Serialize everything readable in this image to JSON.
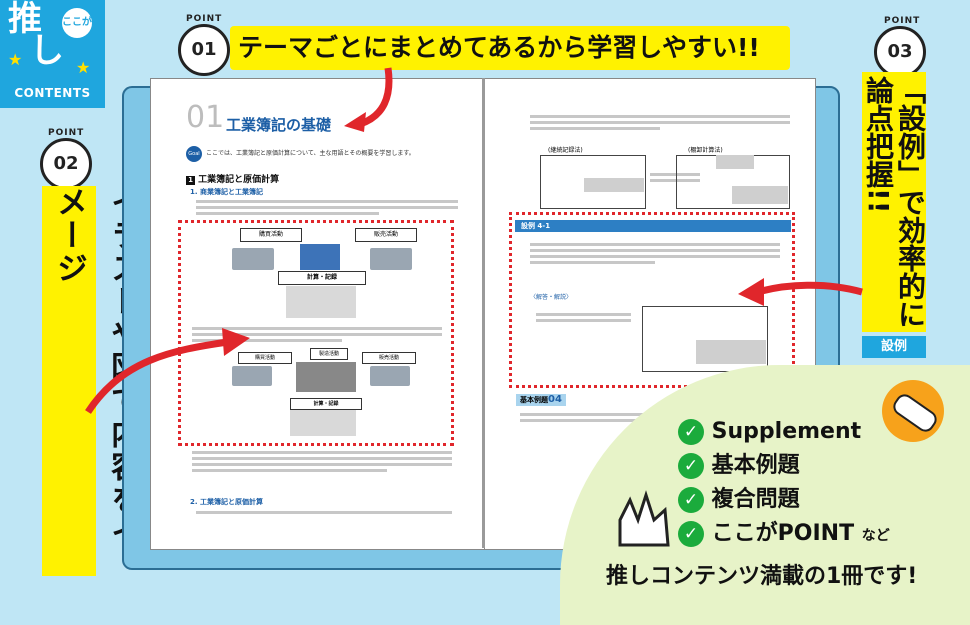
{
  "badge": {
    "line1": "推",
    "line2": "し",
    "koko": "ここが",
    "contents": "CONTENTS"
  },
  "point_label": "POINT",
  "points": [
    {
      "num": "01",
      "text": "テーマごとにまとめてあるから学習しやすい!!"
    },
    {
      "num": "02",
      "text": "イラストや図で内容をイメージ"
    },
    {
      "num": "03",
      "text": "「設例」で効率的に論点把握!!"
    }
  ],
  "setsurei_tag": "設例",
  "book": {
    "chapter_num": "01",
    "chapter_title": "工業簿記の基礎",
    "intro_tag": "Goal",
    "intro_text": "ここでは、工業簿記と原価計算について、主な用語とその概要を学習します。",
    "section1": "工業簿記と原価計算",
    "sub1": "1. 商業簿記と工業簿記",
    "sub2": "2. 工業簿記と原価計算",
    "diagram1": {
      "left": "購買活動",
      "right": "販売活動",
      "center": "計算・記録"
    },
    "diagram2": {
      "left": "購買活動",
      "mid": "製造活動",
      "right": "販売活動",
      "center": "計算・記録"
    },
    "box_a": "(継続記録法)",
    "box_b": "(棚卸計算法)",
    "example_title": "設例 4-1",
    "answer_label": "〈解答・解説〉",
    "basic_label": "基本例題",
    "basic_num": "04"
  },
  "bubble": {
    "items": [
      "Supplement",
      "基本例題",
      "複合問題",
      "ここがPOINT"
    ],
    "nado": "など",
    "footer": "推しコンテンツ満載の1冊です!"
  }
}
